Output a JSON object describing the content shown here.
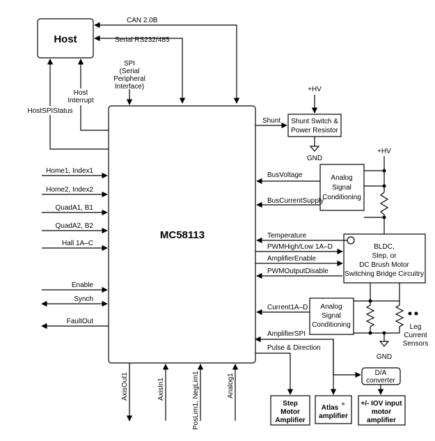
{
  "host": {
    "label": "Host"
  },
  "chip": {
    "label": "MC58113"
  },
  "top_buses": {
    "can": "CAN 2.0B",
    "serial": "Serial RS232/485",
    "spi_line1": "SPI",
    "spi_line2": "(Serial",
    "spi_line3": "Peripheral",
    "spi_line4": "Interface)",
    "host_interrupt_line1": "Host",
    "host_interrupt_line2": "Interrupt",
    "host_spi_status": "HostSPIStatus"
  },
  "left_signals": {
    "home1": "Home1, Index1",
    "home2": "Home2, Index2",
    "quada1": "QuadA1, B1",
    "quada2": "QuadA2, B2",
    "hall": "Hall 1A–C",
    "enable": "Enable",
    "synch": "Synch",
    "faultout": "FaultOut"
  },
  "bottom_signals": {
    "axisout1": "AxisOut1",
    "axisin1": "AxisIn1",
    "poslim": "PosLim1, NegLim1",
    "analog1": "Analog1"
  },
  "right_signals": {
    "shunt": "Shunt",
    "busvoltage": "BusVoltage",
    "buscurrent": "BusCurrentSupply",
    "temperature": "Temperature",
    "pwm": "PWMHigh/Low 1A–D",
    "ampenable": "AmplifierEnable",
    "pwmdisable": "PWMOutputDisable",
    "current": "Current1A–D",
    "ampspi": "AmplifierSPI",
    "pulse": "Pulse & Direction"
  },
  "blocks": {
    "shunt_line1": "Shunt Switch &",
    "shunt_line2": "Power Resistor",
    "analog_top_1": "Analog",
    "analog_top_2": "Signal",
    "analog_top_3": "Conditioning",
    "bridge_1": "BLDC,",
    "bridge_2": "Step, or",
    "bridge_3": "DC Brush Motor",
    "bridge_4": "Switching Bridge Circuitry",
    "analog_bot_1": "Analog",
    "analog_bot_2": "Signal",
    "analog_bot_3": "Conditioning",
    "da_1": "D/A",
    "da_2": "converter"
  },
  "power": {
    "hv1": "+HV",
    "gnd1": "GND",
    "hv2": "+HV",
    "gnd2": "GND"
  },
  "sensors": {
    "line1": "Leg",
    "line2": "Current",
    "line3": "Sensors"
  },
  "outputs": {
    "step_1": "Step",
    "step_2": "Motor",
    "step_3": "Amplifier",
    "atlas_1": "Atlas",
    "atlas_reg": "®",
    "atlas_2": "amplifier",
    "iov_1": "+/- IOV input",
    "iov_2": "motor",
    "iov_3": "amplifier"
  }
}
